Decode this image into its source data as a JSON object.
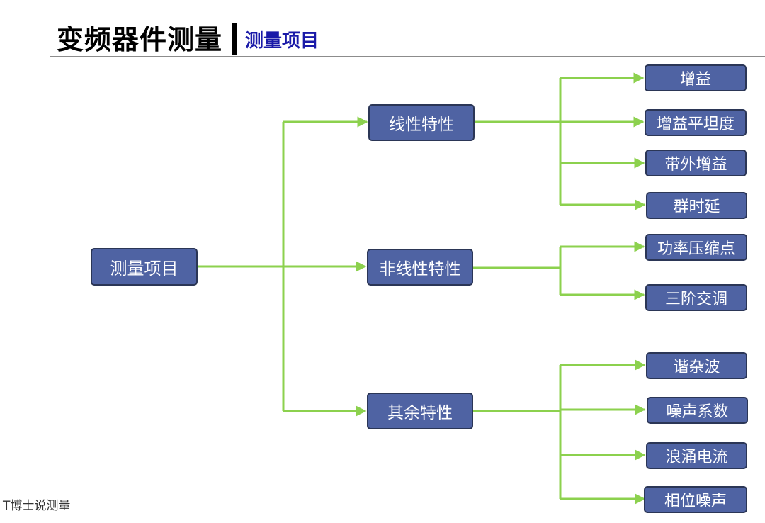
{
  "header": {
    "title": "变频器件测量",
    "subtitle": "测量项目"
  },
  "tree": {
    "root": "测量项目",
    "branches": [
      {
        "label": "线性特性",
        "leaves": [
          "增益",
          "增益平坦度",
          "带外增益",
          "群时延"
        ]
      },
      {
        "label": "非线性特性",
        "leaves": [
          "功率压缩点",
          "三阶交调"
        ]
      },
      {
        "label": "其余特性",
        "leaves": [
          "谐杂波",
          "噪声系数",
          "浪涌电流",
          "相位噪声"
        ]
      }
    ]
  },
  "watermark": "T博士说测量",
  "colors": {
    "node_fill": "#4f63a3",
    "node_border": "#2b3656",
    "connector": "#8cd14e",
    "subtitle": "#1a1aa8"
  }
}
